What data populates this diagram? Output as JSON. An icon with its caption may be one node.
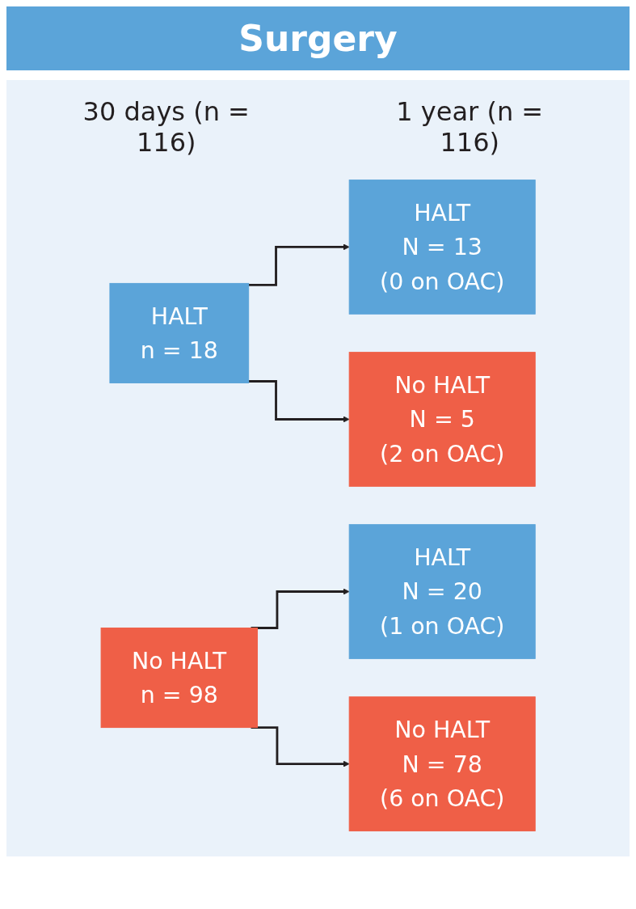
{
  "diagram": {
    "title": "Surgery",
    "nodes": [
      {
        "text": [
          "HALT",
          "n = 18"
        ]
      },
      {
        "text": [
          "HALT",
          "N = 13",
          "(0 on OAC)"
        ]
      },
      {
        "text": [
          "No HALT",
          "N = 5",
          "(2 on OAC)"
        ]
      },
      {
        "text": [
          "No HALT",
          "n = 98"
        ]
      },
      {
        "text": [
          "HALT",
          "N = 20",
          "(1 on OAC)"
        ]
      },
      {
        "text": [
          "No HALT",
          "N = 78",
          "(6 on OAC)"
        ]
      }
    ],
    "edges": [
      {
        "from": 0,
        "to": 1,
        "arrow": "to"
      },
      {
        "from": 0,
        "to": 2,
        "arrow": "to"
      },
      {
        "from": 3,
        "to": 4,
        "arrow": "to"
      },
      {
        "from": 3,
        "to": 5,
        "arrow": "to"
      }
    ],
    "labels": [
      "30 days (n = 116)",
      "1 year (n = 116)"
    ]
  }
}
